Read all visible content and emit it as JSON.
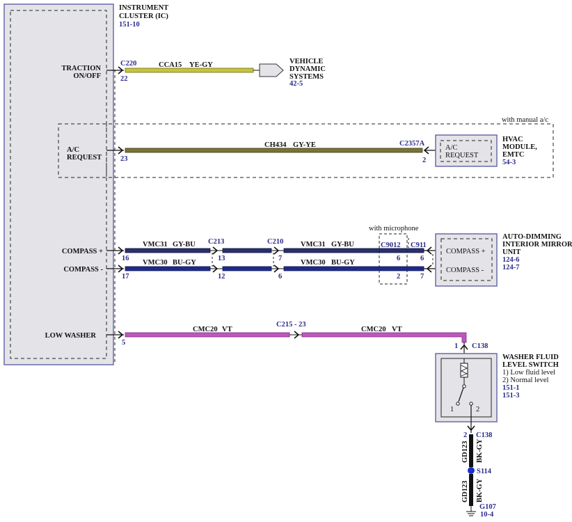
{
  "modules": {
    "instrument_cluster": {
      "name_lines": [
        "INSTRUMENT",
        "CLUSTER (IC)"
      ],
      "ref": "151-10"
    },
    "vehicle_dynamic": {
      "name_lines": [
        "VEHICLE",
        "DYNAMIC",
        "SYSTEMS"
      ],
      "ref": "42-5"
    },
    "hvac": {
      "name_lines": [
        "HVAC",
        "MODULE,",
        "EMTC"
      ],
      "ref": "54-3",
      "pin_label_lines": [
        "A/C",
        "REQUEST"
      ]
    },
    "mirror": {
      "name_lines": [
        "AUTO-DIMMING",
        "INTERIOR MIRROR",
        "UNIT"
      ],
      "refs": [
        "124-6",
        "124-7"
      ],
      "pins": [
        "COMPASS +",
        "COMPASS -"
      ]
    },
    "washer_switch": {
      "name_lines": [
        "WASHER FLUID",
        "LEVEL SWITCH"
      ],
      "desc_lines": [
        "1) Low fluid level",
        "2) Normal level"
      ],
      "refs": [
        "151-1",
        "151-3"
      ],
      "contact_labels": [
        "1",
        "2"
      ]
    }
  },
  "ic_pins": {
    "traction": [
      "TRACTION",
      "ON/OFF"
    ],
    "ac_request": [
      "A/C",
      "REQUEST"
    ],
    "compass_plus": "COMPASS +",
    "compass_minus": "COMPASS -",
    "low_washer": "LOW WASHER"
  },
  "options": {
    "manual_ac": "with manual a/c",
    "microphone": "with microphone"
  },
  "wires": {
    "traction": {
      "circuit": "CCA15",
      "color": "YE-GY",
      "connector": "C220",
      "pin": "22",
      "hex": "#c8c43a"
    },
    "ac": {
      "circuit": "CH434",
      "color": "GY-YE",
      "connector_end": "C2357A",
      "pin_start": "23",
      "pin_end": "2",
      "hex": "#7a7438"
    },
    "compass_plus": {
      "circuit": "VMC31",
      "color": "GY-BU",
      "hex": "#2a2f6e",
      "pins": [
        "16",
        "13",
        "7",
        "6",
        "6"
      ]
    },
    "compass_minus": {
      "circuit": "VMC30",
      "color": "BU-GY",
      "hex": "#1f2a8e",
      "pins": [
        "17",
        "12",
        "6",
        "2",
        "7"
      ]
    },
    "compass_connectors": [
      "C213",
      "C210",
      "C9012",
      "C911"
    ],
    "low_washer": {
      "circuit": "CMC20",
      "color": "VT",
      "pin_start": "5",
      "inline": "C215 - 23",
      "connector_end": "C138",
      "pin_end": "1",
      "hex": "#c056c0"
    },
    "ground": {
      "circuit": "GD123",
      "color": "BK-GY",
      "connector": "C138",
      "pin": "2",
      "splice": "S114",
      "ground": "G107",
      "ground_ref": "10-4"
    }
  },
  "colors": {
    "module_fill": "#e4e4e8",
    "module_border": "#6a6aaa",
    "ref_text": "#2a2a8a",
    "splice": "#1a2fd0"
  }
}
